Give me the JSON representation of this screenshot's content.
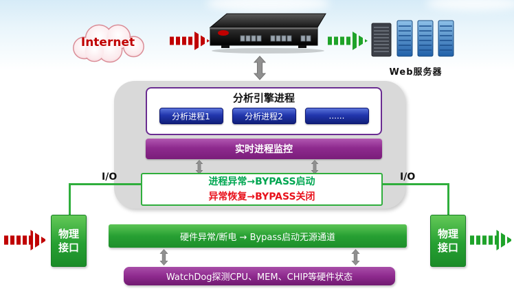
{
  "colors": {
    "arrow_red": "#c00000",
    "arrow_green": "#1fa32a",
    "purple": "#8e2a8e",
    "green": "#27a033",
    "chip_blue": "#2236ad",
    "container_gray": "#d9d9d9"
  },
  "top": {
    "internet_label": "Internet",
    "web_server_label": "Web服务器"
  },
  "engine": {
    "title": "分析引擎进程",
    "processes": [
      "分析进程1",
      "分析进程2",
      "......"
    ]
  },
  "monitor": {
    "label": "实时进程监控"
  },
  "bypass": {
    "line1": "进程异常→BYPASS启动",
    "line2": "异常恢复→BYPASS关闭"
  },
  "io": {
    "left": "I/O",
    "right": "I/O"
  },
  "physical": {
    "left_line1": "物理",
    "left_line2": "接口",
    "right_line1": "物理",
    "right_line2": "接口"
  },
  "hardware": {
    "label": "硬件异常/断电 → Bypass启动无源通道"
  },
  "watchdog": {
    "label": "WatchDog探测CPU、MEM、CHIP等硬件状态"
  }
}
